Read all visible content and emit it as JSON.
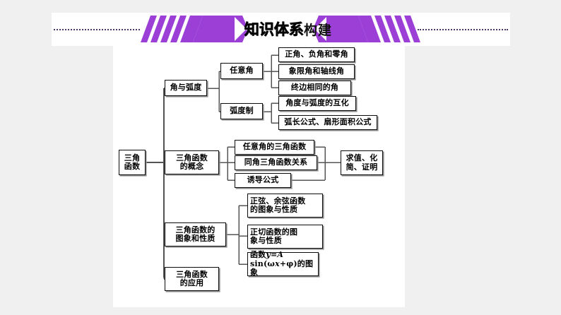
{
  "header": {
    "title_outline": "知识体系",
    "title_plain": "构建",
    "accent_color": "#9b3fd6",
    "accent_color_light": "#c98ff0",
    "dot_color": "#4a3a6b",
    "left_decoration_icon": "chevron-stripes-left-icon",
    "right_decoration_icon": "chevron-stripes-right-icon",
    "left_dotted_rule": "dotted-rule-left",
    "right_dotted_rule": "dotted-rule-right"
  },
  "diagram": {
    "type": "mindmap-tree",
    "root": "三角函数",
    "nodes": {
      "root": "三角函数",
      "l2_1": "角与弧度",
      "l2_2": "三角函数\n的概念",
      "l2_3": "三角函数的\n图象和性质",
      "l2_4": "三角函数\n的应用",
      "l3_1": "任意角",
      "l3_2": "弧度制",
      "l4_1": "正角、负角和零角",
      "l4_2": "象限角和轴线角",
      "l4_3": "终边相同的角",
      "l4_4": "角度与弧度的互化",
      "l4_5": "弧长公式、扇形面积公式",
      "c1": "任意角的三角函数",
      "c2": "同角三角函数关系",
      "c3": "诱导公式",
      "c_out": "求值、化\n简、证明",
      "p1": "正弦、余弦函数\n的图象与性质",
      "p2": "正切函数的图\n象与性质",
      "p3_pre": "函数",
      "p3_y": "y",
      "p3_eq": "=",
      "p3_A": "A",
      "p3_sin": " sin(",
      "p3_w": "ω",
      "p3_x": "x",
      "p3_plus": "+",
      "p3_phi": "φ",
      "p3_post": ")的图象"
    }
  }
}
